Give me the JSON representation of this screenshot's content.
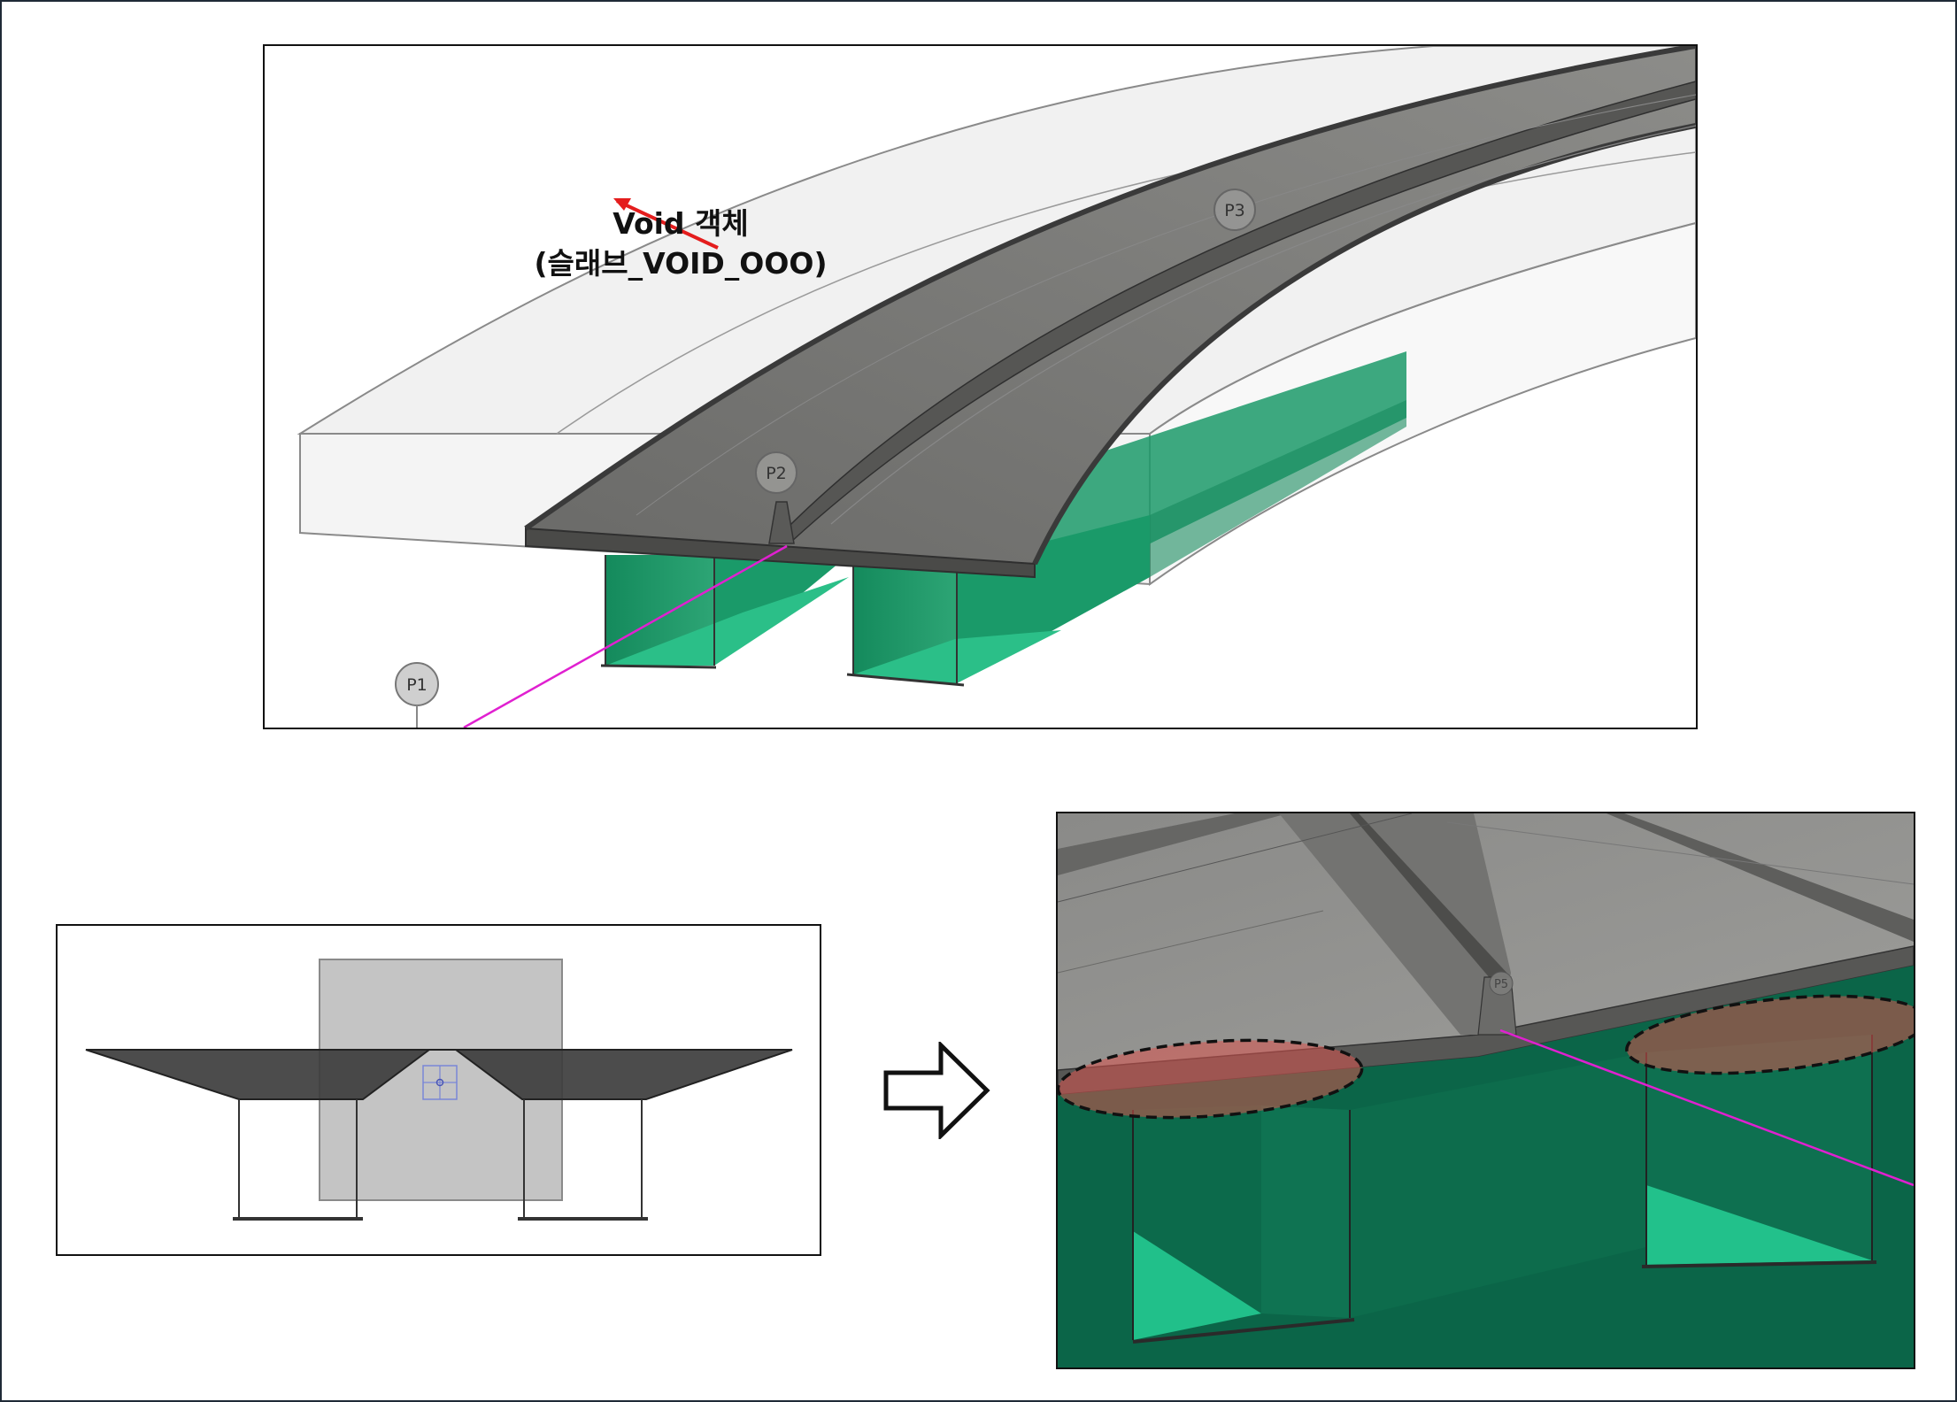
{
  "annotation": {
    "title": "Void 객체",
    "subtitle": "(슬래브_VOID_OOO)",
    "arrow_color": "#e41d1d"
  },
  "markers": {
    "p1": "P1",
    "p2": "P2",
    "p3": "P3",
    "p5": "P5"
  },
  "colors": {
    "deck": "#6f6f6c",
    "girder": "#1a8f63",
    "girder_light": "#22c08a",
    "void_box": "#d9d9d9",
    "highlight": "#d9534f",
    "alignment_line": "#e020d0"
  }
}
